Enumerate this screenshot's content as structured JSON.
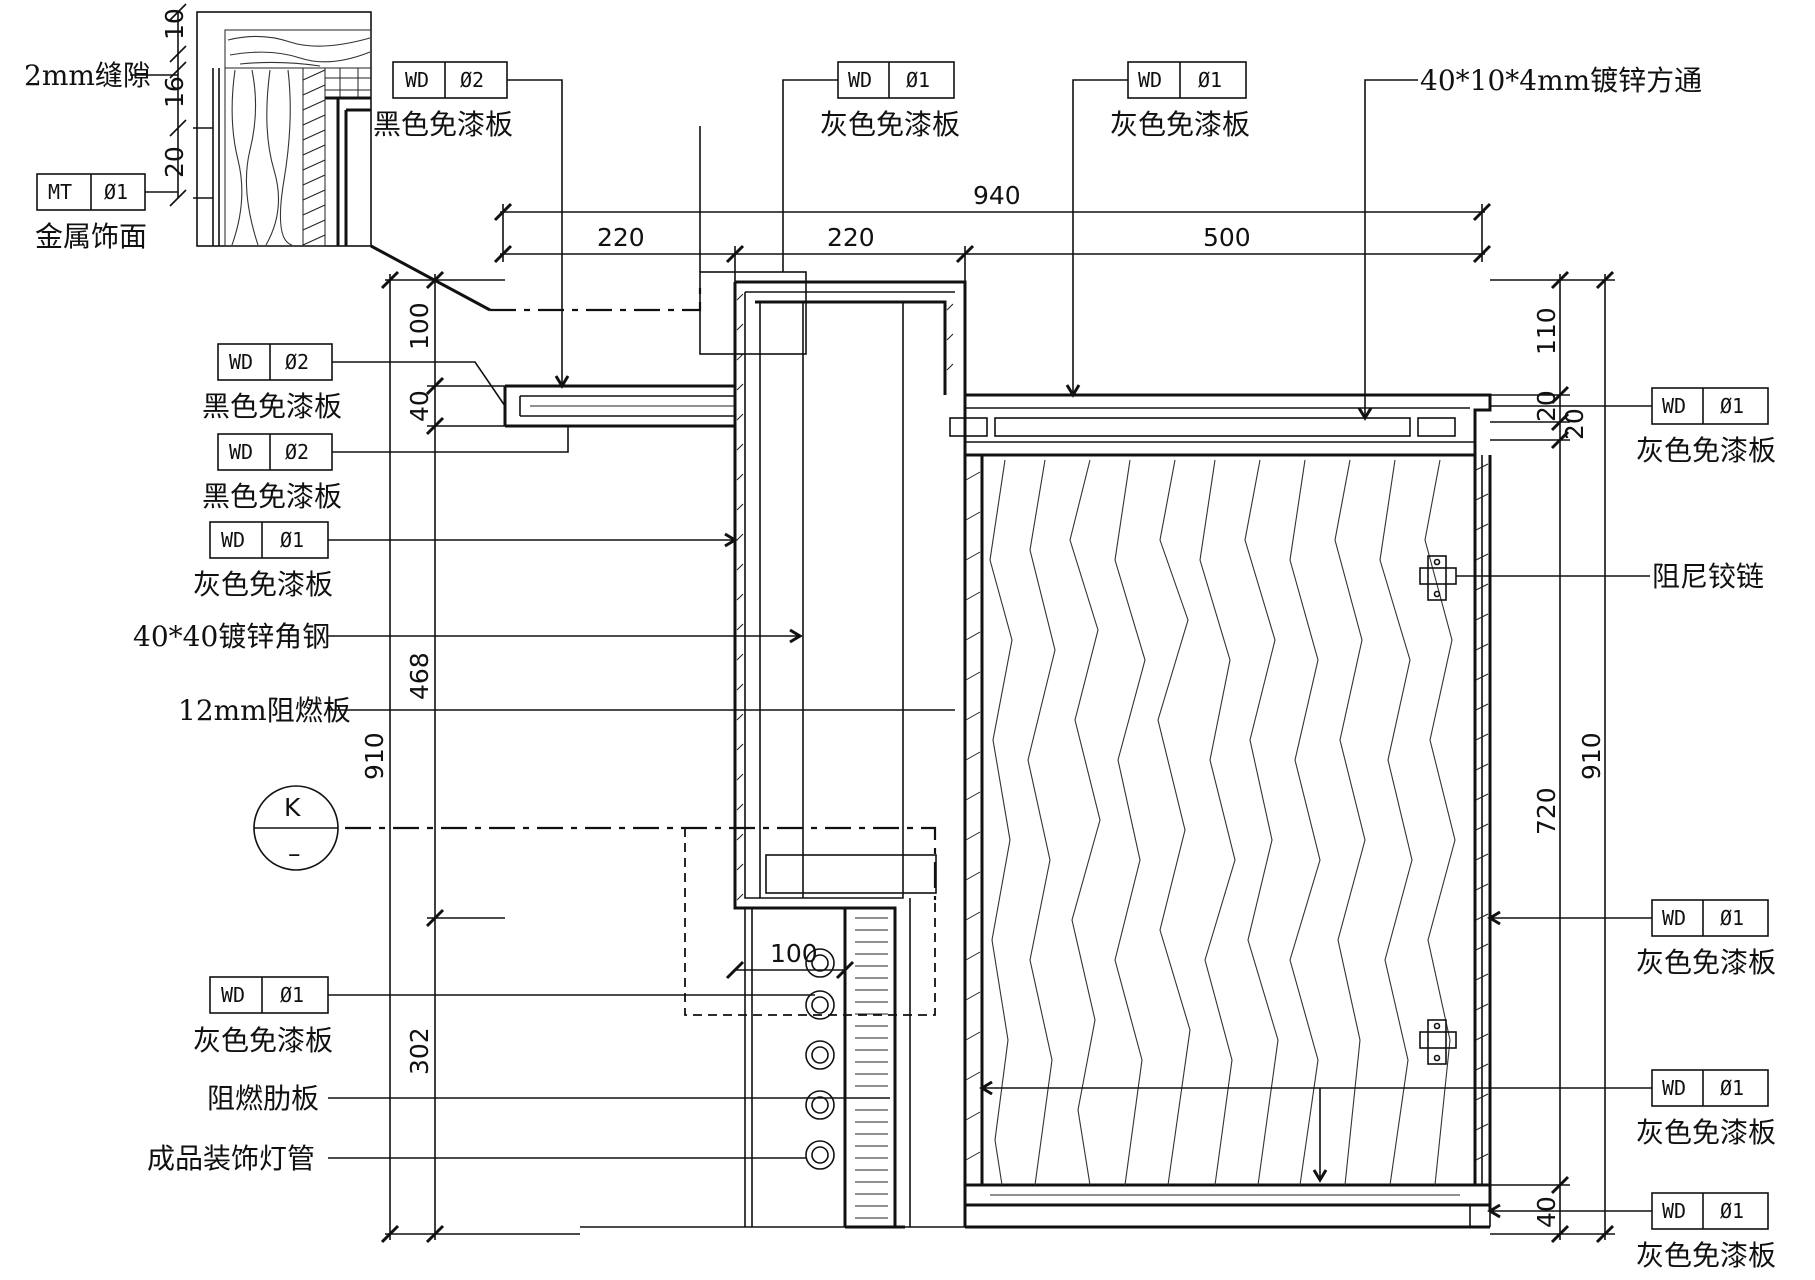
{
  "detail": {
    "gap_label": "2mm缝隙",
    "dims": [
      "10",
      "16",
      "20"
    ],
    "metal_tag": {
      "code": "MT",
      "num": "Ø1",
      "label": "金属饰面"
    }
  },
  "top_dims": {
    "overall": "940",
    "seg1": "220",
    "seg2": "220",
    "seg3": "500"
  },
  "left_dims": {
    "a": "100",
    "b": "40",
    "c": "468",
    "d": "302",
    "overall": "910"
  },
  "right_dims": {
    "a": "110",
    "b": "20",
    "c": "20",
    "d": "720",
    "e": "40",
    "overall": "910"
  },
  "section_mark": {
    "letter": "K",
    "sub": "–"
  },
  "tags_top": [
    {
      "code": "WD",
      "num": "Ø2",
      "label": "黑色免漆板"
    },
    {
      "code": "WD",
      "num": "Ø1",
      "label": "灰色免漆板"
    },
    {
      "code": "WD",
      "num": "Ø1",
      "label": "灰色免漆板"
    }
  ],
  "tube_label": "40*10*4mm镀锌方通",
  "tags_left": [
    {
      "code": "WD",
      "num": "Ø2",
      "label": "黑色免漆板"
    },
    {
      "code": "WD",
      "num": "Ø2",
      "label": "黑色免漆板"
    },
    {
      "code": "WD",
      "num": "Ø1",
      "label": "灰色免漆板"
    },
    {
      "code": "WD",
      "num": "Ø1",
      "label": "灰色免漆板"
    }
  ],
  "left_labels": {
    "angle_steel": "40*40镀锌角钢",
    "fireboard": "12mm阻燃板",
    "rib": "阻燃肋板",
    "lamp": "成品装饰灯管"
  },
  "tags_right": [
    {
      "code": "WD",
      "num": "Ø1",
      "label": "灰色免漆板"
    },
    {
      "code": "WD",
      "num": "Ø1",
      "label": "灰色免漆板"
    },
    {
      "code": "WD",
      "num": "Ø1",
      "label": "灰色免漆板"
    },
    {
      "code": "WD",
      "num": "Ø1",
      "label": "灰色免漆板"
    }
  ],
  "hinge_label": "阻尼铰链"
}
